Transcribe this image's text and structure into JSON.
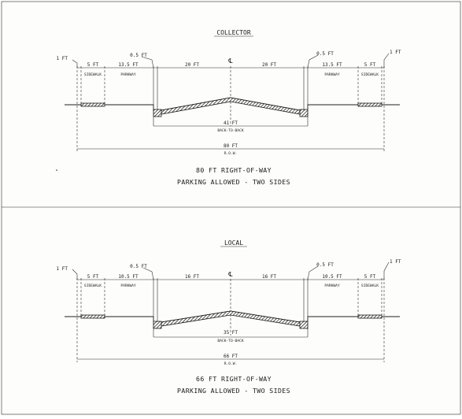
{
  "collector": {
    "title": "COLLECTOR",
    "centerline": "℄",
    "labels": {
      "left_edge": "1 FT",
      "right_edge": "1 FT",
      "left_sidewalk_width": "5 FT",
      "right_sidewalk_width": "5 FT",
      "left_parkway_width": "13.5 FT",
      "right_parkway_width": "13.5 FT",
      "left_offset": "0.5 FT",
      "right_offset": "0.5 FT",
      "left_lane": "20 FT",
      "right_lane": "20 FT",
      "sidewalk": "SIDEWALK",
      "parkway": "PARKWAY",
      "back_width": "41 FT",
      "back_label": "BACK-TO-BACK",
      "row_width": "80 FT",
      "row_label": "R.O.W."
    },
    "caption_line1": "80 FT RIGHT-OF-WAY",
    "caption_line2": "PARKING ALLOWED - TWO SIDES"
  },
  "local": {
    "title": "LOCAL",
    "centerline": "℄",
    "labels": {
      "left_edge": "1 FT",
      "right_edge": "1 FT",
      "left_sidewalk_width": "5 FT",
      "right_sidewalk_width": "5 FT",
      "left_parkway_width": "10.5 FT",
      "right_parkway_width": "10.5 FT",
      "left_offset": "0.5 FT",
      "right_offset": "0.5 FT",
      "left_lane": "16 FT",
      "right_lane": "16 FT",
      "sidewalk": "SIDEWALK",
      "parkway": "PARKWAY",
      "back_width": "35 FT",
      "back_label": "BACK-TO-BACK",
      "row_width": "66 FT",
      "row_label": "R.O.W."
    },
    "caption_line1": "66 FT RIGHT-OF-WAY",
    "caption_line2": "PARKING ALLOWED - TWO SIDES"
  }
}
